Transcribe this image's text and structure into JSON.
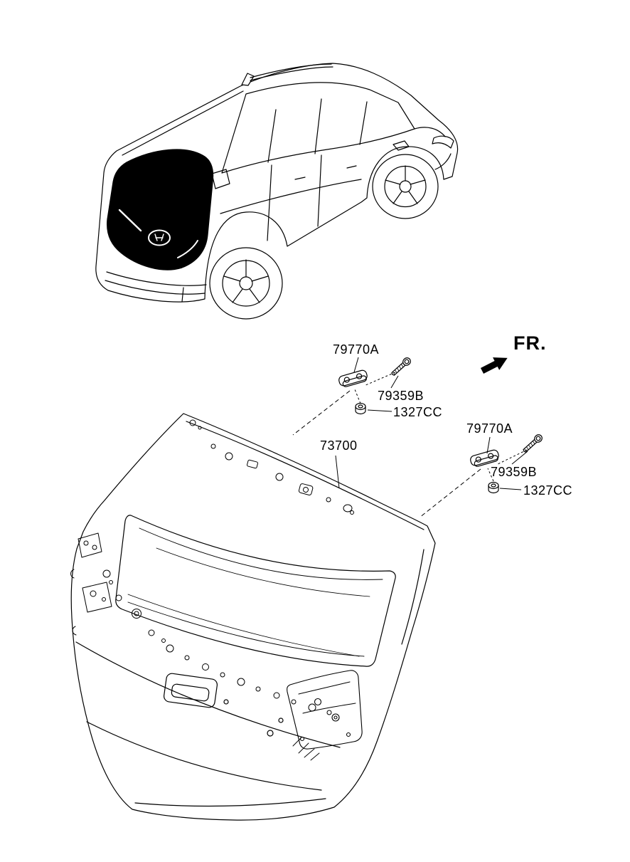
{
  "page": {
    "background_color": "#ffffff",
    "line_color": "#000000",
    "highlight_fill": "#000000"
  },
  "direction_indicator": {
    "label": "FR."
  },
  "callouts": {
    "tailgate_panel": {
      "label": "73700"
    },
    "hinge_upper": {
      "label": "79770A"
    },
    "bolt_upper": {
      "label": "79359B"
    },
    "nut_upper": {
      "label": "1327CC"
    },
    "hinge_lower": {
      "label": "79770A"
    },
    "bolt_lower": {
      "label": "79359B"
    },
    "nut_lower": {
      "label": "1327CC"
    }
  },
  "illustrations": {
    "vehicle_view": "suv-rear-three-quarter-line-drawing-with-tailgate-blacked-out",
    "main_part": "tail-gate-panel-assembly-line-drawing",
    "hardware": [
      "tailgate-hinge",
      "flange-bolt",
      "flange-nut"
    ]
  }
}
